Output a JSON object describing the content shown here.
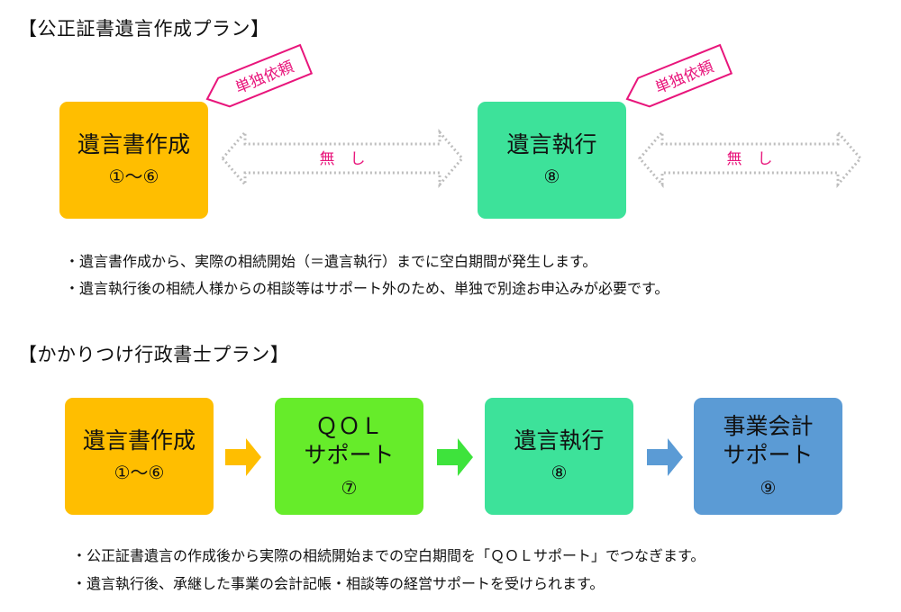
{
  "plan1": {
    "heading": "【公正証書遺言作成プラン】",
    "box_create": {
      "title": "遺言書作成",
      "num": "①〜⑥"
    },
    "box_execute": {
      "title": "遺言執行",
      "num": "⑧"
    },
    "gap_label_1": "無　し",
    "gap_label_2": "無　し",
    "tag_1": "単独依頼",
    "tag_2": "単独依頼",
    "notes": [
      "・遺言書作成から、実際の相続開始（＝遺言執行）までに空白期間が発生します。",
      "・遺言執行後の相続人様からの相談等はサポート外のため、単独で別途お申込みが必要です。"
    ]
  },
  "plan2": {
    "heading": "【かかりつけ行政書士プラン】",
    "box_create": {
      "title": "遺言書作成",
      "num": "①〜⑥"
    },
    "box_qol": {
      "title1": "ＱＯＬ",
      "title2": "サポート",
      "num": "⑦"
    },
    "box_execute": {
      "title": "遺言執行",
      "num": "⑧"
    },
    "box_business": {
      "title1": "事業会計",
      "title2": "サポート",
      "num": "⑨"
    },
    "notes": [
      "・公正証書遺言の作成後から実際の相続開始までの空白期間を「ＱＯＬサポート」でつなぎます。",
      "・遺言執行後、承継した事業の会計記帳・相談等の経営サポートを受けられます。"
    ]
  },
  "colors": {
    "orange": "#ffbe00",
    "teal": "#3de29a",
    "lime": "#66ec2a",
    "blue": "#5b9bd5",
    "pink": "#e8157b",
    "dotted_arrow": "#bdbdbd"
  }
}
